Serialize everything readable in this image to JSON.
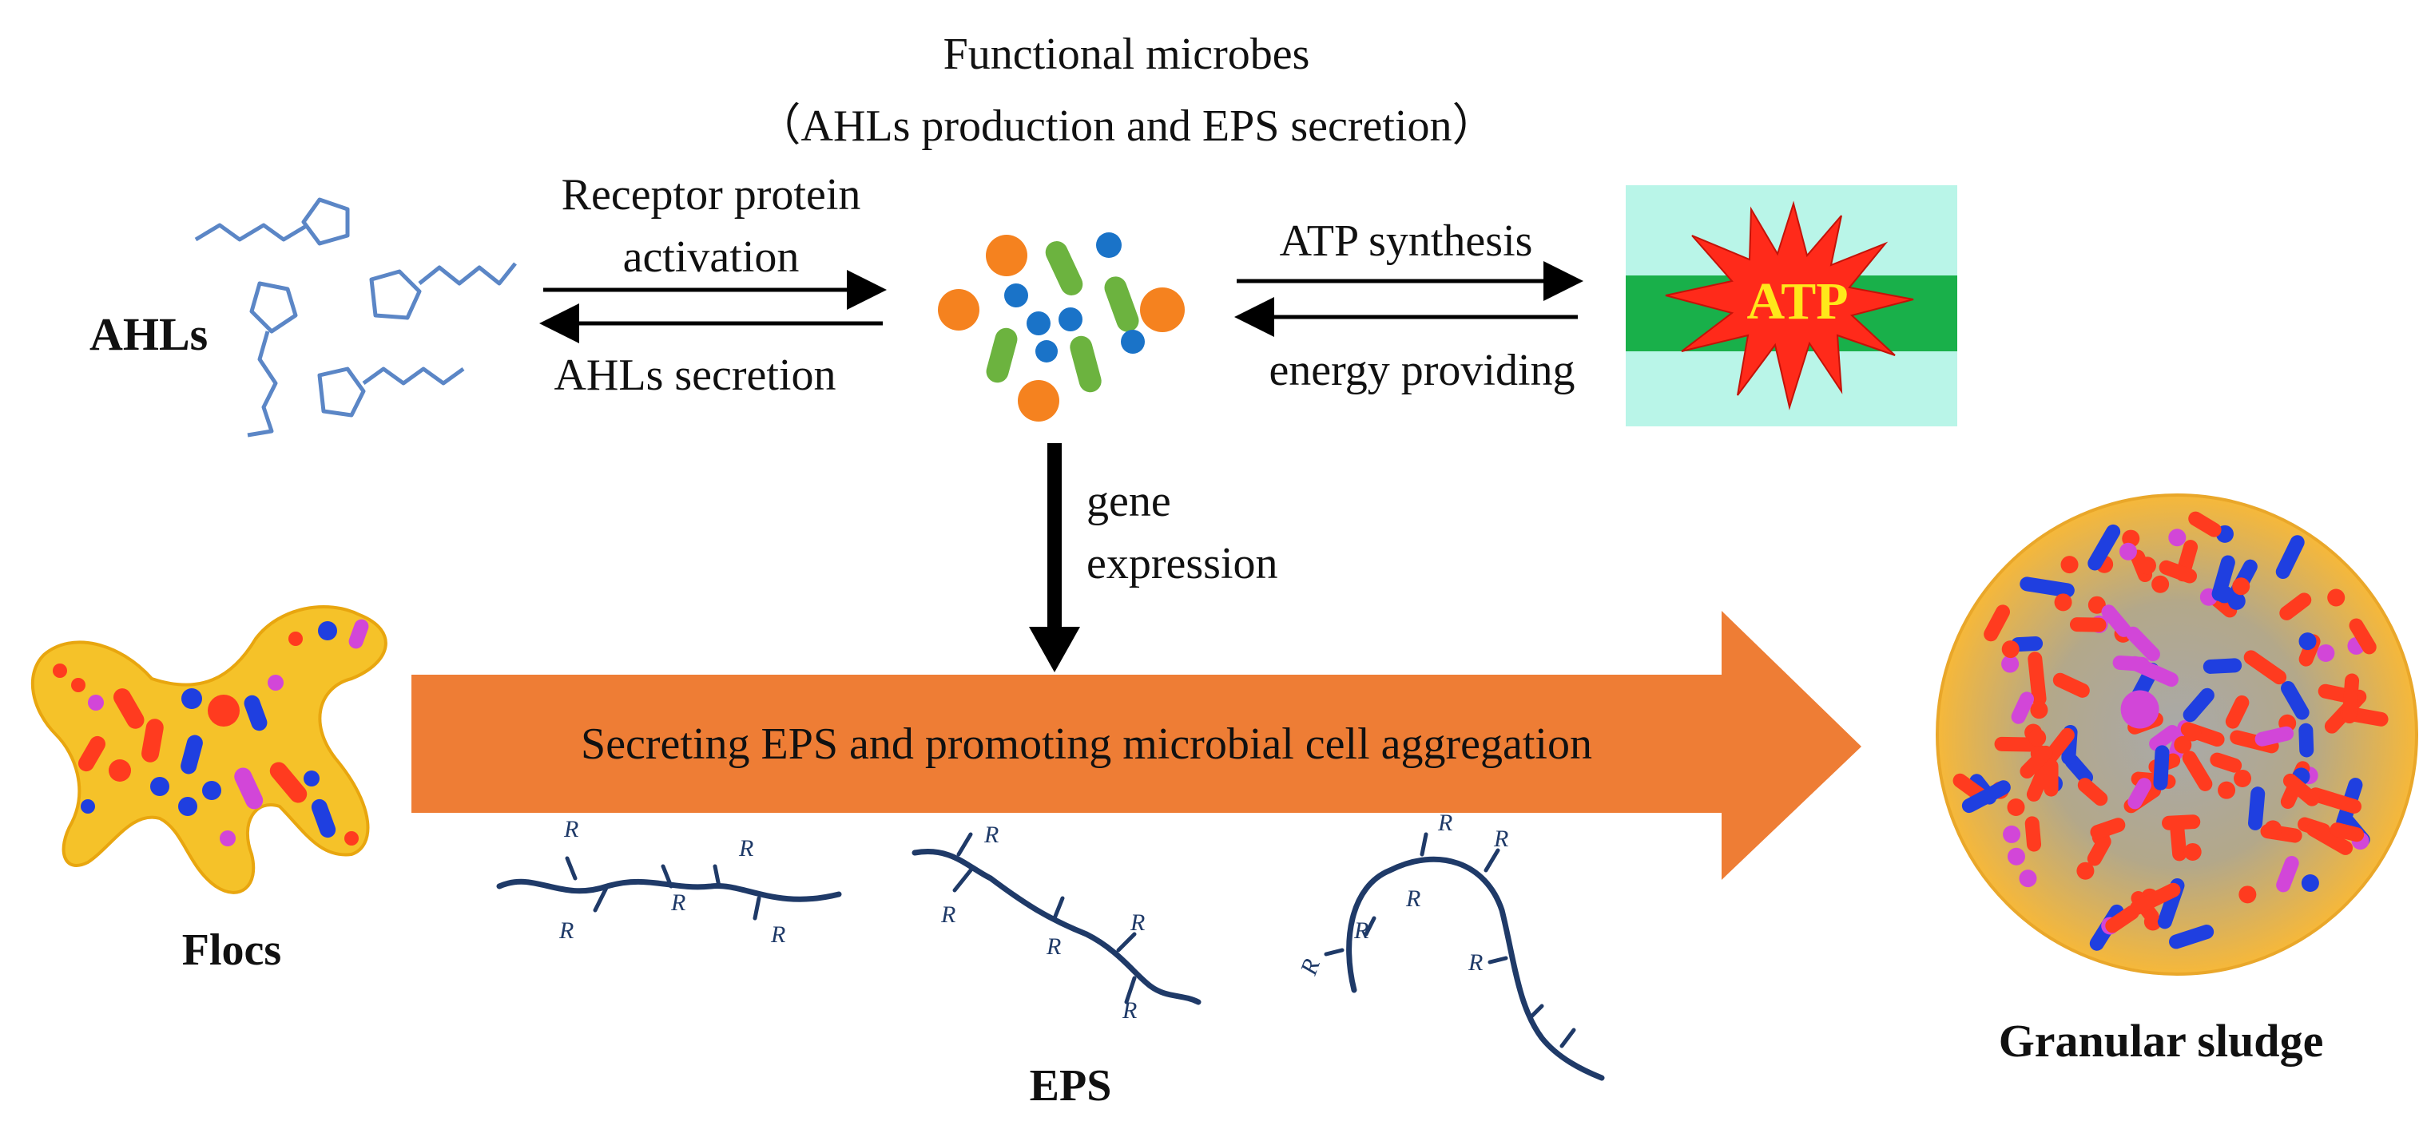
{
  "header": {
    "title": "Functional microbes",
    "subtitle": "（AHLs production and EPS secretion）"
  },
  "left_link": {
    "arrow_right_label_line1": "Receptor protein",
    "arrow_right_label_line2": "activation",
    "arrow_left_label": "AHLs secretion"
  },
  "right_link": {
    "arrow_right_label": "ATP synthesis",
    "arrow_left_label": "energy providing"
  },
  "atp_badge": {
    "text": "ATP",
    "colors": {
      "background": "#b9f5e8",
      "band": "#19b04a",
      "star": "#ff2a1a",
      "text": "#ffe81a"
    }
  },
  "ahls": {
    "label": "AHLs"
  },
  "gene_expression": {
    "line1": "gene",
    "line2": "expression"
  },
  "big_arrow": {
    "label": "Secreting EPS and promoting microbial cell aggregation",
    "color": "#ee7d35"
  },
  "flocs": {
    "label": "Flocs"
  },
  "eps": {
    "label": "EPS",
    "chain_group_label": "R"
  },
  "granular": {
    "label": "Granular sludge"
  },
  "palette": {
    "orange": "#f5821f",
    "green": "#6cb33f",
    "blue": "#1a73c8",
    "floc_fill": "#f5c229",
    "cell_red": "#ff3b1f",
    "cell_blue": "#1f3fe0",
    "cell_pink": "#d246d8",
    "chain": "#1f3a68",
    "molecule": "#5b86c6"
  }
}
